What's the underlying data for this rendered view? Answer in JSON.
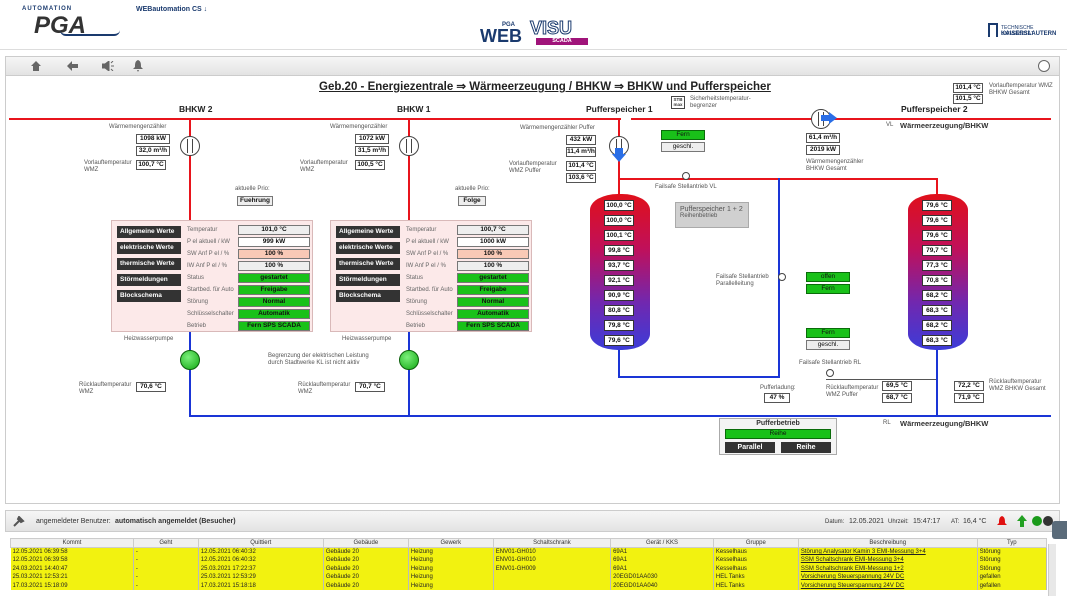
{
  "header": {
    "brand_top": "AUTOMATION",
    "brand_main": "PGA",
    "app_selector": "WEBautomation CS ↓",
    "logo_web": "WEB",
    "logo_pga": "PGA",
    "logo_visu": "VISU",
    "logo_scada": "SCADA",
    "university_line1": "TECHNISCHE UNIVERSITÄT",
    "university_line2": "KAISERSLAUTERN"
  },
  "page": {
    "title": "Geb.20 - Energiezentrale ⇒ Wärmeerzeugung / BHKW ⇒ BHKW und Pufferspeicher"
  },
  "bhkw2": {
    "title": "BHKW 2",
    "wmz_label": "Wärmemengenzähler",
    "power": "1098 kW",
    "flow": "32,0 m³/h",
    "vl_label": "Vorlauftemperatur WMZ",
    "vl_temp": "100,7 °C",
    "prio_label": "aktuelle Prio:",
    "prio": "Fuehrung",
    "pump_label": "Heizwasserpumpe",
    "rl_label": "Rücklauftemperatur WMZ",
    "rl_temp": "70,6 °C",
    "panel": {
      "btns": [
        "Allgemeine Werte",
        "elektrische Werte",
        "thermische Werte",
        "Störmeldungen",
        "Blockschema"
      ],
      "labels": [
        "Temperatur",
        "P el aktuell / kW",
        "SW Anf P el / %",
        "IW Anf P el / %",
        "Status",
        "Startbed. für Auto",
        "Störung",
        "Schlüsselschalter",
        "Betrieb"
      ],
      "values": [
        "101,0 °C",
        "999 kW",
        "100 %",
        "100 %",
        "gestartet",
        "Freigabe",
        "Normal",
        "Automatik",
        "Fern SPS SCADA"
      ]
    }
  },
  "bhkw1": {
    "title": "BHKW 1",
    "wmz_label": "Wärmemengenzähler",
    "power": "1072 kW",
    "flow": "31,5 m³/h",
    "vl_label": "Vorlauftemperatur WMZ",
    "vl_temp": "100,5 °C",
    "prio_label": "aktuelle Prio:",
    "prio": "Folge",
    "pump_label": "Heizwasserpumpe",
    "rl_label": "Rücklauftemperatur WMZ",
    "rl_temp": "70,7 °C",
    "limit_note": "Begrenzung der elektrischen Leistung durch Stadtwerke KL ist nicht aktiv",
    "panel": {
      "btns": [
        "Allgemeine Werte",
        "elektrische Werte",
        "thermische Werte",
        "Störmeldungen",
        "Blockschema"
      ],
      "labels": [
        "Temperatur",
        "P el aktuell / kW",
        "SW Anf P el / %",
        "IW Anf P el / %",
        "Status",
        "Startbed. für Auto",
        "Störung",
        "Schlüsselschalter",
        "Betrieb"
      ],
      "values": [
        "100,7 °C",
        "1000 kW",
        "100 %",
        "100 %",
        "gestartet",
        "Freigabe",
        "Normal",
        "Automatik",
        "Fern SPS SCADA"
      ]
    }
  },
  "puffer1": {
    "title": "Pufferspeicher 1",
    "wmz_label": "Wärmemengenzähler Puffer",
    "power": "432 kW",
    "flow": "11,4 m³/h",
    "vl_label": "Vorlauftemperatur WMZ Puffer",
    "vl_temp1": "101,4 °C",
    "vl_temp2": "103,6 °C",
    "stb_label": "STB max",
    "stb_text": "Sicherheitstemperatur-begrenzer",
    "fern": "Fern",
    "geschl": "geschl.",
    "failsafe_vl": "Failsafe Stellantrieb VL",
    "tank_temps": [
      "100,0 °C",
      "100,0 °C",
      "100,1 °C",
      "99,8 °C",
      "93,7 °C",
      "92,1 °C",
      "90,9 °C",
      "80,8 °C",
      "79,8 °C",
      "79,6 °C"
    ]
  },
  "puffer_mode": {
    "line1": "Pufferspeicher 1 + 2",
    "line2": "Reihenbetrieb"
  },
  "parallel": {
    "label": "Failsafe Stellantrieb Parallelleitung",
    "offen": "offen",
    "fern": "Fern",
    "fern2": "Fern",
    "geschl": "geschl.",
    "failsafe_rl": "Failsafe Stellantrieb RL"
  },
  "puffer2": {
    "title": "Pufferspeicher 2",
    "tank_temps": [
      "79,6 °C",
      "79,6 °C",
      "79,6 °C",
      "79,7 °C",
      "77,3 °C",
      "70,8 °C",
      "68,2 °C",
      "68,3 °C",
      "68,2 °C",
      "68,3 °C"
    ]
  },
  "gesamt": {
    "vl_temp1": "101,4 °C",
    "vl_temp2": "101,5 °C",
    "vl_label": "Vorlauftemperatur WMZ BHKW Gesamt",
    "flow": "61,4 m³/h",
    "power": "2019 kW",
    "wmz_label": "Wärmemengenzähler BHKW Gesamt",
    "vl_tag": "VL",
    "vl_name": "Wärmeerzeugung/BHKW",
    "rl_tag": "RL",
    "rl_name": "Wärmeerzeugung/BHKW",
    "rl_temp1": "72,2 °C",
    "rl_temp2": "71,9 °C",
    "rl_label": "Rücklauftemperatur WMZ BHKW Gesamt"
  },
  "puffer_rl": {
    "label": "Rücklauftemperatur WMZ Puffer",
    "temp1": "69,5 °C",
    "temp2": "68,7 °C",
    "ladung_label": "Pufferladung:",
    "ladung": "47 %"
  },
  "pufferbetrieb": {
    "title": "Pufferbetrieb",
    "reihe": "Reihe",
    "parallel_btn": "Parallel",
    "reihe_btn": "Reihe"
  },
  "status": {
    "user_prefix": "angemeldeter Benutzer:",
    "user": "automatisch angemeldet (Besucher)",
    "date_label": "Datum:",
    "date": "12.05.2021",
    "time_label": "Uhrzeit:",
    "time": "15:47:17",
    "temp_label": "AT:",
    "temp": "16,4 °C"
  },
  "alarms": {
    "headers": [
      "Kommt",
      "Geht",
      "Quittiert",
      "Gebäude",
      "Gewerk",
      "Schaltschrank",
      "Gerät / KKS",
      "Gruppe",
      "Beschreibung",
      "Typ"
    ],
    "rows": [
      [
        "12.05.2021 06:39:58",
        "-",
        "12.05.2021 06:40:32",
        "Gebäude 20",
        "Heizung",
        "ENV01-GH010",
        "69A1",
        "Kesselhaus",
        "Störung Analysator Kamin 3 EMI-Messung 3+4",
        "Störung"
      ],
      [
        "12.05.2021 06:39:58",
        "-",
        "12.05.2021 06:40:32",
        "Gebäude 20",
        "Heizung",
        "ENV01-GH010",
        "69A1",
        "Kesselhaus",
        "SSM Schaltschrank EMI-Messung 3+4",
        "Störung"
      ],
      [
        "24.03.2021 14:40:47",
        "-",
        "25.03.2021 17:22:37",
        "Gebäude 20",
        "Heizung",
        "ENV01-GH009",
        "69A1",
        "Kesselhaus",
        "SSM Schaltschrank EMI-Messung 1+2",
        "Störung"
      ],
      [
        "25.03.2021 12:53:21",
        "-",
        "25.03.2021 12:53:29",
        "Gebäude 20",
        "Heizung",
        "",
        "20EGD01AA030",
        "HEL Tanks",
        "Vorsicherung Steuerspannung 24V DC",
        "gefallen"
      ],
      [
        "17.03.2021 15:18:09",
        "-",
        "17.03.2021 15:18:18",
        "Gebäude 20",
        "Heizung",
        "",
        "20EGD01AA040",
        "HEL Tanks",
        "Vorsicherung Steuerspannung 24V DC",
        "gefallen"
      ]
    ]
  }
}
